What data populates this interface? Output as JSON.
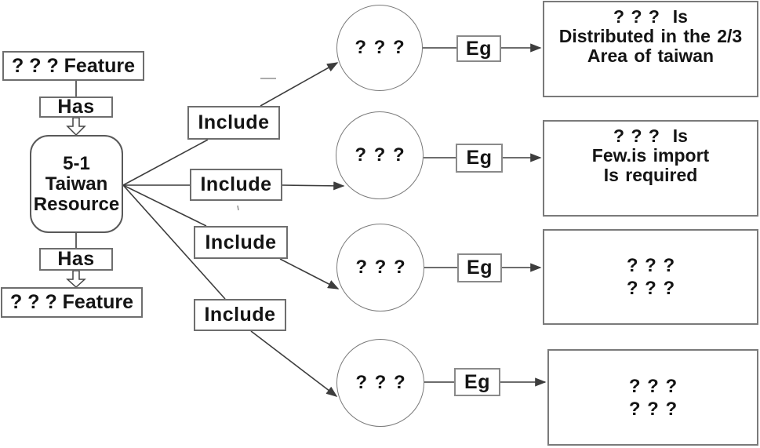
{
  "diagram": {
    "title": "Taiwan resource concept map",
    "colors": {
      "background": "#ffffff",
      "line": "#3d3d3d",
      "border": "#6e6e6e",
      "text": "#141414"
    }
  },
  "left_column": {
    "feature_top": "? ? ? Feature",
    "has_top": "Has",
    "node": {
      "line1": "5-1",
      "line2": "Taiwan",
      "line3": "Resource"
    },
    "has_bottom": "Has",
    "feature_bottom": "? ? ? Feature"
  },
  "include_labels": [
    "Include",
    "Include",
    "Include",
    "Include"
  ],
  "circles": [
    "? ? ?",
    "? ? ?",
    "? ? ?",
    "? ? ?"
  ],
  "eg_labels": [
    "Eg",
    "Eg",
    "Eg",
    "Eg"
  ],
  "right_boxes": [
    {
      "lines": [
        "? ? ?  Is",
        "Distributed in the 2/3",
        "Area of taiwan"
      ]
    },
    {
      "lines": [
        "? ? ?  Is",
        "Few.is import",
        "Is required"
      ]
    },
    {
      "lines": [
        "? ? ?",
        "? ? ?"
      ]
    },
    {
      "lines": [
        "? ? ?",
        "? ? ?"
      ]
    }
  ]
}
